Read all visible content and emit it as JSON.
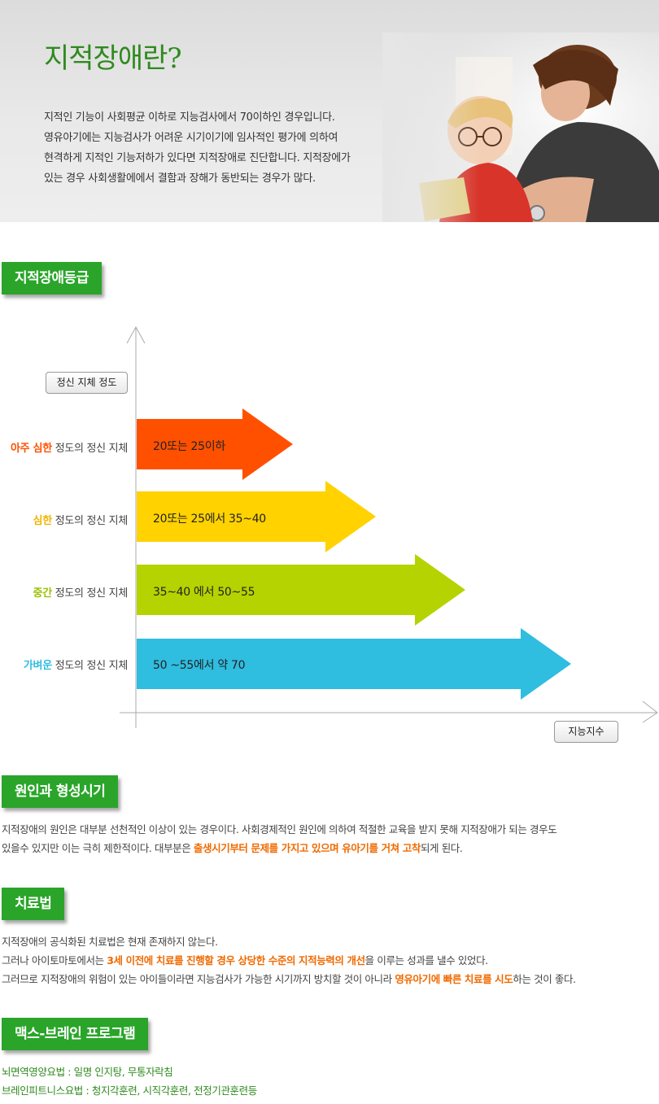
{
  "hero": {
    "title": "지적장애란?",
    "lines": [
      "지적인 기능이 사회평균 이하로 지능검사에서 70이하인 경우입니다.",
      "영유아기에는 지능검사가 어려운 시기이기에 임사적인 평가에 의하여",
      "현격하게 지적인 기능저하가 있다면 지적장애로 진단합니다. 지적장에가",
      "있는 경우 사회생활에에서 결함과 장해가 동반되는 경우가 많다."
    ]
  },
  "grade": {
    "badge": "지적장애등급",
    "y_axis_label": "정신 지체 정도",
    "x_axis_label": "지능지수",
    "rows": [
      {
        "highlight": "아주 심한",
        "rest": " 정도의 정신 지체",
        "range": "20또는 25이하",
        "color": "#ff5000",
        "length": 1
      },
      {
        "highlight": "심한",
        "rest": " 정도의 정신 지체",
        "range": "20또는 25에서 35~40",
        "color": "#ffd200",
        "length": 2
      },
      {
        "highlight": "중간",
        "rest": " 정도의 정신 지체",
        "range": "35~40 에서 50~55",
        "color": "#b5d300",
        "length": 3
      },
      {
        "highlight": "가벼운",
        "rest": " 정도의 정신 지체",
        "range": "50 ~55에서 약 70",
        "color": "#2fbde0",
        "length": 4
      }
    ]
  },
  "cause": {
    "badge": "원인과 형성시기",
    "line1": "지적장애의 원인은 대부분 선천적인 이상이 있는 경우이다. 사회경제적인 원인에 의하여 적절한 교육을 받지 못해 지적장애가 되는 경우도",
    "line2_a": "있을수 있지만 이는 극히 제한적이다.  대부분은 ",
    "line2_hl": "출생시기부터 문제를 가지고 있으며 유아기를 거쳐 고착",
    "line2_b": "되게 된다."
  },
  "treatment": {
    "badge": "치료법",
    "line1": "지적장애의 공식화된 치료법은 현재 존재하지 않는다.",
    "line2_a": "그러나 아이토마토에서는 ",
    "line2_hl": "3세 이전에 치료를 진행할 경우 상당한 수준의 지적능력의 개선",
    "line2_b": "을 이루는 성과를 낼수 있었다.",
    "line3_a": "그러므로 지적장애의 위험이 있는 아이들이라면 지능검사가 가능한 시기까지 방치할 것이 아니라 ",
    "line3_hl": "영유아기에 빠른 치료를 시도",
    "line3_b": "하는 것이 좋다."
  },
  "program": {
    "badge": "맥스-브레인 프로그램",
    "line1": "뇌면역영양요법 : 일명 인지탕, 무통자락침",
    "line2": "브레인피트니스요법 : 청지각훈련, 시직각훈련, 전정기관훈련등"
  }
}
